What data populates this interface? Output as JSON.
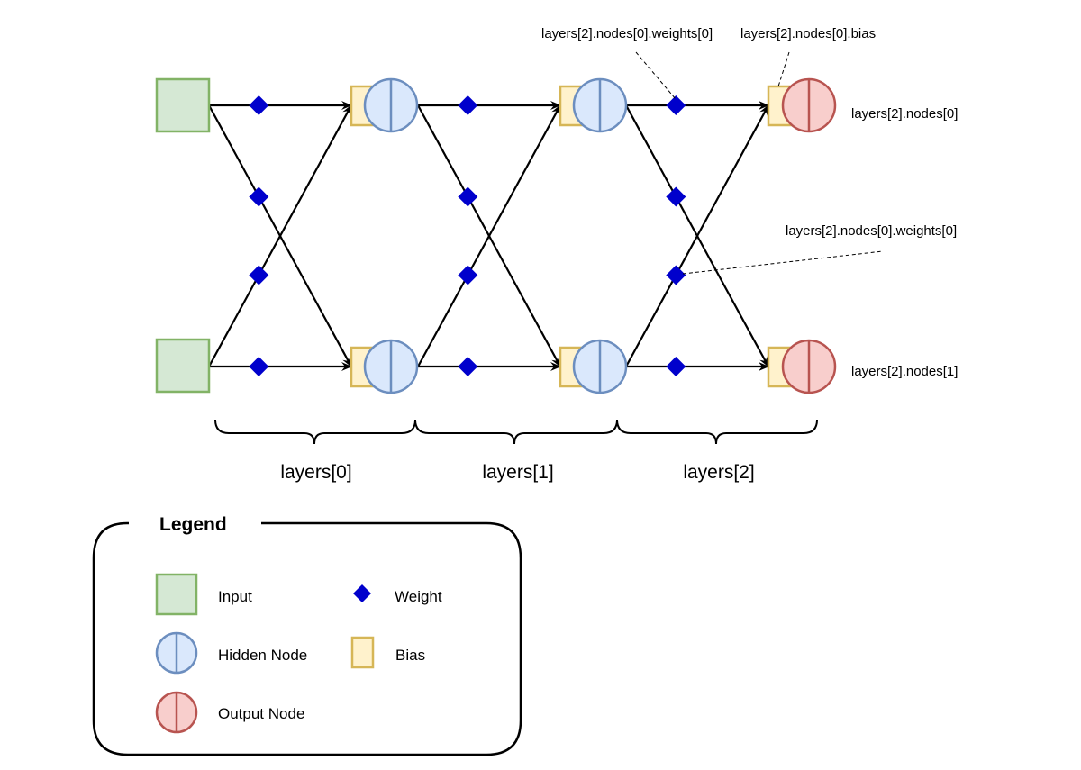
{
  "colors": {
    "input_fill": "#d5e8d4",
    "input_stroke": "#82b366",
    "hidden_fill": "#dae8fc",
    "hidden_stroke": "#6c8ebf",
    "output_fill": "#f8cecc",
    "output_stroke": "#b85450",
    "bias_fill": "#fff2cc",
    "bias_stroke": "#d6b656",
    "weight_fill": "#0000cc",
    "edge": "#000000"
  },
  "annotations": {
    "top_weight": "layers[2].nodes[0].weights[0]",
    "top_bias": "layers[2].nodes[0].bias",
    "mid_weight": "layers[2].nodes[0].weights[0]",
    "output_node_0": "layers[2].nodes[0]",
    "output_node_1": "layers[2].nodes[1]"
  },
  "layers": [
    {
      "label": "layers[0]"
    },
    {
      "label": "layers[1]"
    },
    {
      "label": "layers[2]"
    }
  ],
  "legend": {
    "title": "Legend",
    "items": {
      "input": "Input",
      "hidden": "Hidden Node",
      "output": "Output Node",
      "weight": "Weight",
      "bias": "Bias"
    }
  }
}
